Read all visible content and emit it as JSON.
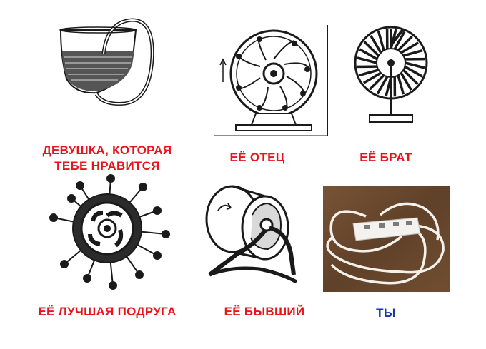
{
  "captions": {
    "girl_line1": "ДЕВУШКА, КОТОРАЯ",
    "girl_line2": "ТЕБЕ НРАВИТСЯ",
    "father": "ЕЁ ОТЕЦ",
    "brother": "ЕЁ БРАТ",
    "best_friend": "ЕЁ ЛУЧШАЯ ПОДРУГА",
    "ex": "ЕЁ БЫВШИЙ",
    "you": "ТЫ"
  },
  "colors": {
    "caption_red": "#e8141c",
    "caption_blue": "#1a35a8",
    "ink": "#1a1a1a",
    "photo_table": "#6b4a2f"
  },
  "icons": {
    "girl": "self-filling-cup-drawing",
    "father": "overbalanced-wheel-drawing",
    "brother": "spoked-wheel-drawing",
    "best_friend": "ball-wheel-drawing",
    "ex": "hamster-wheel-drawing",
    "you": "power-strip-photo"
  }
}
